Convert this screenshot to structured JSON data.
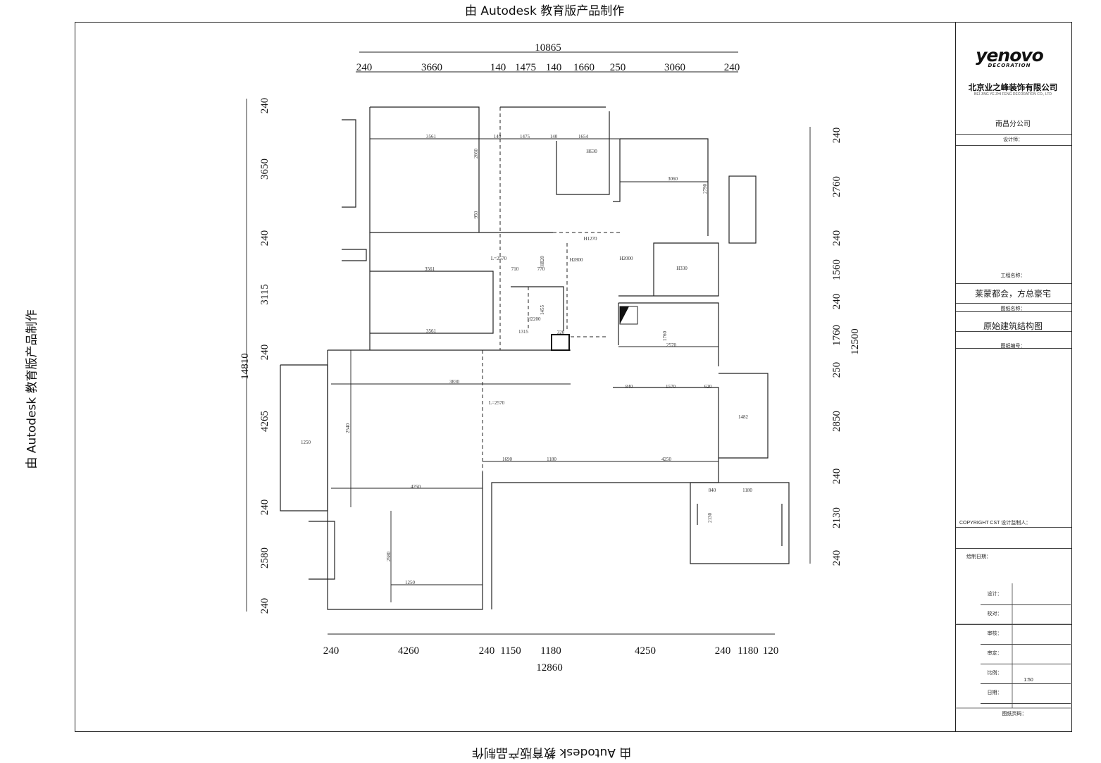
{
  "watermark": "由 Autodesk 教育版产品制作",
  "title_block": {
    "logo": "yenovo",
    "logo_sub": "DECORATION",
    "company": "北京业之峰装饰有限公司",
    "company_en": "BEI JING YE ZHI FENG DECORATION CO., LTD",
    "branch": "南昌分公司",
    "designer_label": "设计师：",
    "project_label": "工程名称：",
    "project_name": "莱蒙都会，方总豪宅",
    "drawing_label": "图纸名称：",
    "drawing_name": "原始建筑结构图",
    "drawing_no_label": "图纸编号：",
    "copyright_line": "COPYRIGHT  CST    设计监制人：",
    "date_label": "绘制日期：",
    "sign_labels": [
      "设计：",
      "校对：",
      "审核：",
      "审定：",
      "比例：",
      "日期："
    ],
    "scale_value": "1:50",
    "sheet_label": "图纸页码："
  },
  "dimensions": {
    "top_total": "10865",
    "top": [
      "240",
      "3660",
      "140",
      "1475",
      "140",
      "1660",
      "250",
      "3060",
      "240"
    ],
    "bottom_total": "12860",
    "bottom": [
      "240",
      "4260",
      "240",
      "1150",
      "1180",
      "4250",
      "240",
      "1180",
      "120"
    ],
    "left_total": "14810",
    "left": [
      "240",
      "3650",
      "240",
      "3115",
      "240",
      "4265",
      "240",
      "2580",
      "240"
    ],
    "right_total": "12500",
    "right": [
      "240",
      "2760",
      "240",
      "1560",
      "240",
      "1760",
      "250",
      "2850",
      "240",
      "2130",
      "240"
    ]
  },
  "inner_labels": [
    "3561",
    "140",
    "1475",
    "140",
    "1654",
    "H630",
    "2660",
    "950",
    "3060",
    "2790",
    "L=2570",
    "H1270",
    "H2800",
    "H2000",
    "H330",
    "3561",
    "710",
    "770",
    "H820",
    "1455",
    "H2200",
    "1315",
    "320",
    "3561",
    "3830",
    "L=2570",
    "2540",
    "1250",
    "1690",
    "1180",
    "4250",
    "4250",
    "1250",
    "2580",
    "1482",
    "840",
    "1570",
    "620",
    "1760",
    "2570",
    "840",
    "1180",
    "2130"
  ]
}
